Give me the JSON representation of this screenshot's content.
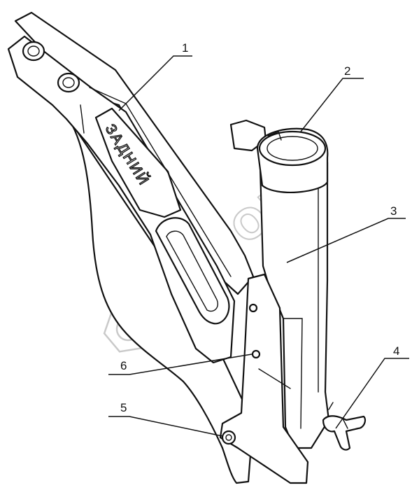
{
  "embossed_label": "ЗАДНИЙ",
  "watermark": "БИБОВ",
  "callouts": [
    {
      "id": "callout-1",
      "text": "1"
    },
    {
      "id": "callout-2",
      "text": "2"
    },
    {
      "id": "callout-3",
      "text": "3"
    },
    {
      "id": "callout-4",
      "text": "4"
    },
    {
      "id": "callout-5",
      "text": "5"
    },
    {
      "id": "callout-6",
      "text": "6"
    }
  ]
}
